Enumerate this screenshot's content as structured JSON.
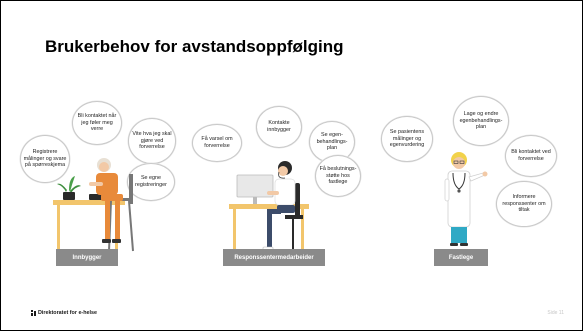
{
  "slide": {
    "title": "Brukerbehov for avstandsoppfølging",
    "footer_org": "Direktoratet for e-helse",
    "footer_page": "Side 11"
  },
  "groups": {
    "innbygger": {
      "label": "Innbygger",
      "bubbles": [
        "Registrere målinger og svare på spørreskjema",
        "Bli kontaktet når jeg føler meg verre",
        "Vite hva jeg skal gjøre ved forverrelse",
        "Se egne registreringer"
      ]
    },
    "responssenter": {
      "label": "Responssentermedarbeider",
      "bubbles": [
        "Få varsel om forverrelse",
        "Kontakte innbygger",
        "Se egen-behandlings-plan",
        "Få beslutnings-støtte hos fastlege"
      ]
    },
    "fastlege": {
      "label": "Fastlege",
      "bubbles": [
        "Se pasientens målinger og egenvurdering",
        "Lage og endre egenbehandlings-plan",
        "Bli kontaktet ved forverrelse",
        "Informere responssenter om tiltak"
      ]
    }
  },
  "colors": {
    "label_bg": "#8a8a8a",
    "bubble_border": "#c9c9c9",
    "desk": "#f2c56c",
    "orange_shirt": "#e88a3a",
    "doctor_pants": "#2fa9c5"
  }
}
